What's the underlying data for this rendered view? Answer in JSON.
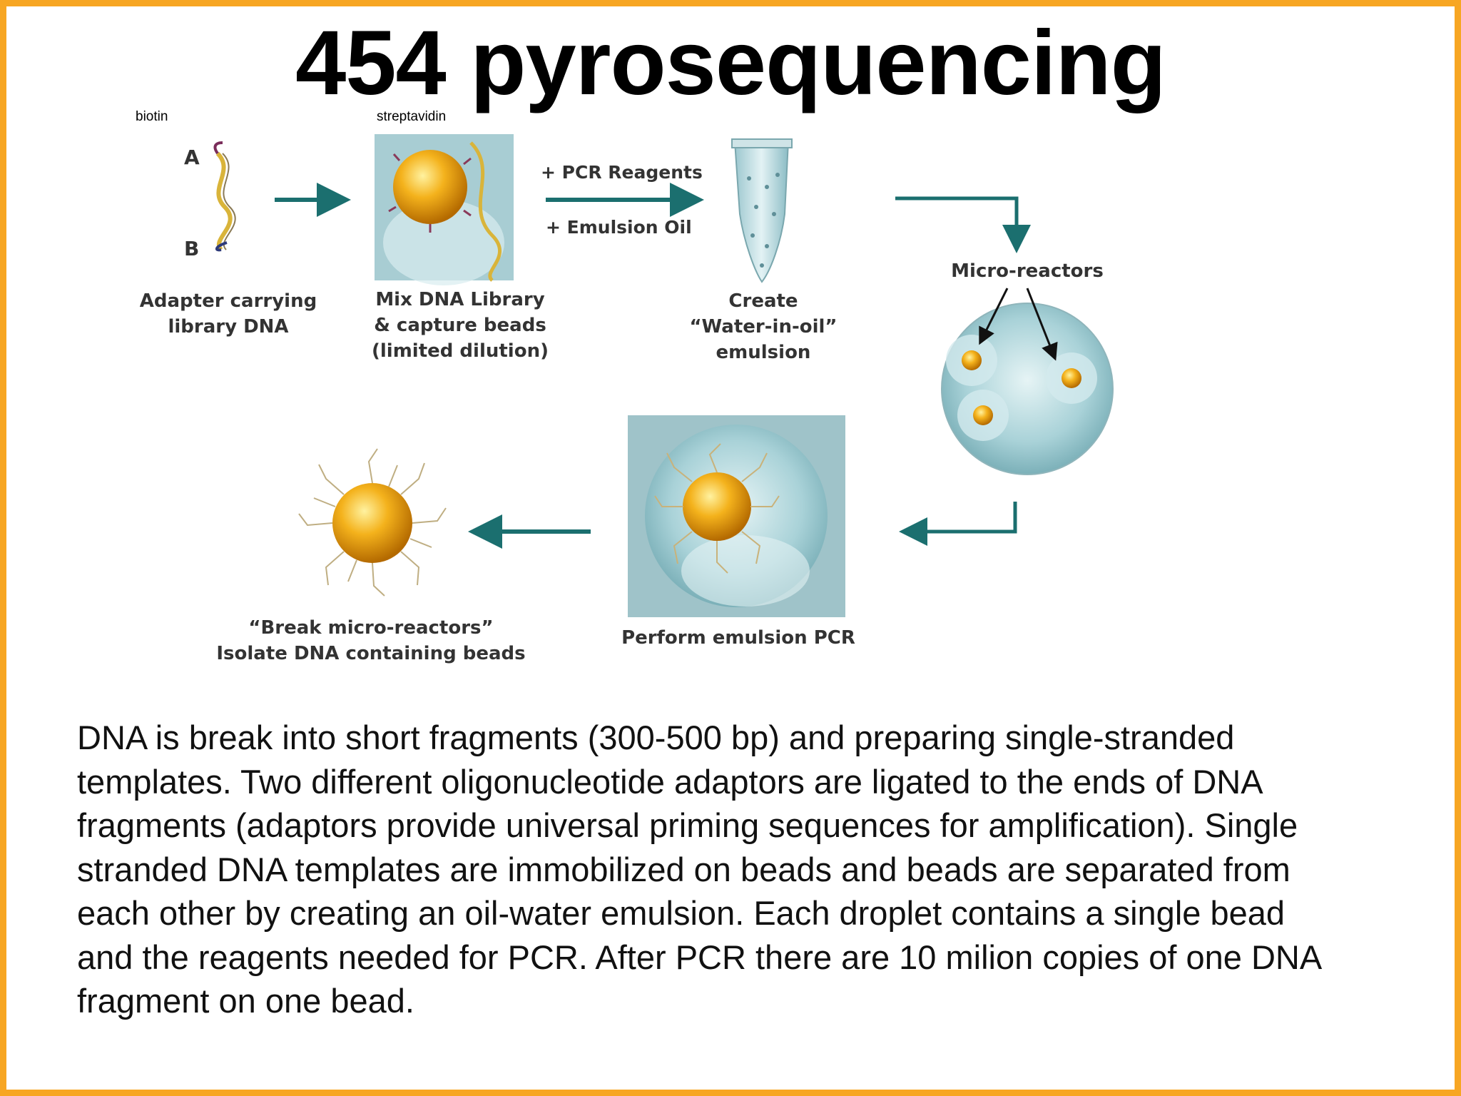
{
  "slide": {
    "title": "454 pyrosequencing",
    "body": "DNA is break into short fragments (300-500 bp) and preparing single-stranded templates. Two different oligonucleotide adaptors are ligated to the ends of DNA fragments (adaptors provide universal priming sequences for amplification). Single stranded DNA templates are immobilized on beads and beads are separated from each other by creating an oil-water emulsion. Each droplet contains a single bead and the reagents needed for PCR. After PCR there are 10 milion copies of one DNA fragment on one bead."
  },
  "diagram": {
    "annotations": {
      "biotin": "biotin",
      "streptavidin": "streptavidin"
    },
    "adapter_letters": {
      "a": "A",
      "b": "B"
    },
    "reagents": {
      "pcr": "+ PCR Reagents",
      "oil": "+  Emulsion Oil"
    },
    "steps": {
      "adapter": "Adapter carrying\nlibrary DNA",
      "mix": "Mix DNA Library\n& capture beads\n(limited dilution)",
      "emulsion": "Create\n“Water-in-oil”\nemulsion",
      "micro_reactors": "Micro-reactors",
      "pcr": "Perform emulsion PCR",
      "break": "“Break micro-reactors”\nIsolate DNA containing beads"
    },
    "colors": {
      "frame": "#f7a623",
      "arrow": "#1b6f6f",
      "bead": "#f2a818",
      "water": "#b9dbe0"
    }
  }
}
